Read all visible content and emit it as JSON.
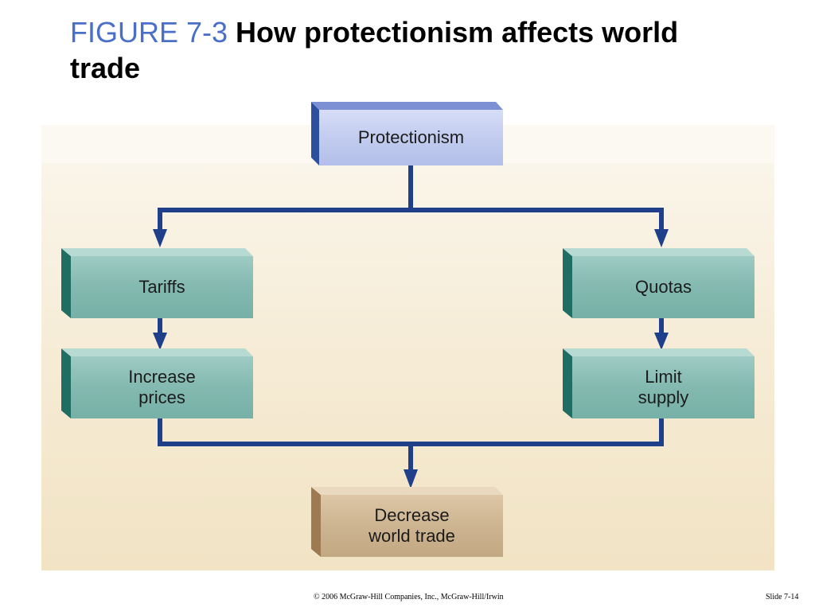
{
  "title": {
    "figure": "FIGURE 7-3",
    "text": "How protectionism affects world trade"
  },
  "nodes": {
    "protectionism": "Protectionism",
    "tariffs": "Tariffs",
    "quotas": "Quotas",
    "increase_prices": "Increase\nprices",
    "limit_supply": "Limit\nsupply",
    "decrease_world_trade": "Decrease\nworld trade"
  },
  "footer": {
    "copyright": "© 2006 McGraw-Hill Companies, Inc., McGraw-Hill/Irwin",
    "slide": "Slide 7-14"
  },
  "colors": {
    "figure_label": "#4a6fc8",
    "connector": "#1f3f8a",
    "top_box": "#c3cdef",
    "teal_box": "#7fb7ae",
    "bottom_box": "#cdb593"
  }
}
